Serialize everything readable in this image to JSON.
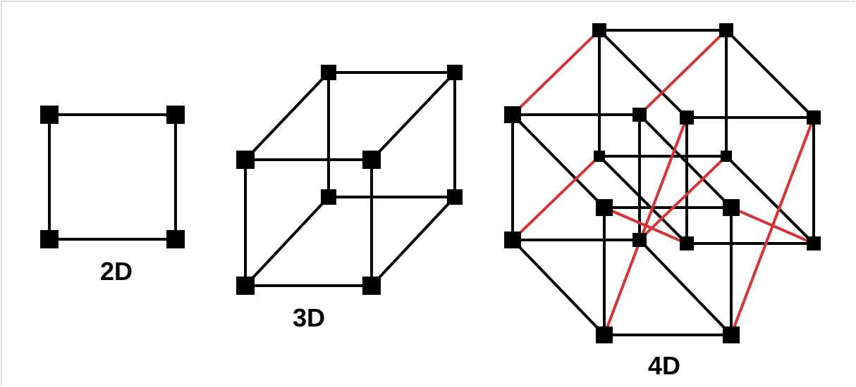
{
  "labels": {
    "square": "2D",
    "cube": "3D",
    "tesseract": "4D"
  },
  "colors": {
    "edge": "#000000",
    "highlight_edge": "#d43434",
    "vertex": "#000000",
    "background": "#ffffff"
  }
}
